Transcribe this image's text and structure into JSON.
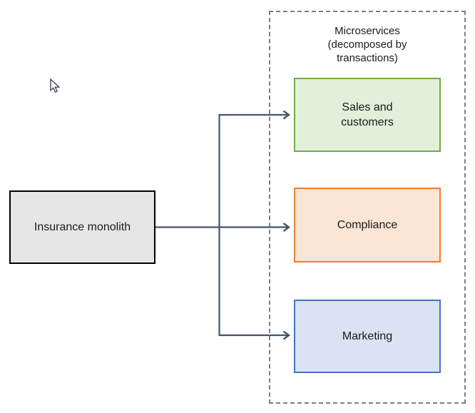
{
  "page": {
    "background_color": "#FFFFFF"
  },
  "diagram": {
    "group": {
      "label": "Microservices\n(decomposed by\ntransactions)",
      "border_color": "#7F7F7F",
      "border_style": "dashed"
    },
    "nodes": [
      {
        "id": "insurance-monolith",
        "label": "Insurance monolith",
        "fill": "#E7E6E6",
        "border_color": "#000000"
      },
      {
        "id": "sales-and-customers",
        "label": "Sales and\ncustomers",
        "fill": "#E2EFD9",
        "border_color": "#70AD47"
      },
      {
        "id": "compliance",
        "label": "Compliance",
        "fill": "#FBE5D5",
        "border_color": "#ED7D31"
      },
      {
        "id": "marketing",
        "label": "Marketing",
        "fill": "#DAE2F3",
        "border_color": "#4472C4"
      }
    ],
    "connectors": {
      "color": "#44546A",
      "arrow_style": "open-chevron",
      "links": [
        {
          "from": "insurance-monolith",
          "to": "sales-and-customers"
        },
        {
          "from": "insurance-monolith",
          "to": "compliance"
        },
        {
          "from": "insurance-monolith",
          "to": "marketing"
        }
      ]
    }
  },
  "cursor": {
    "icon": "arrow-pointer"
  }
}
